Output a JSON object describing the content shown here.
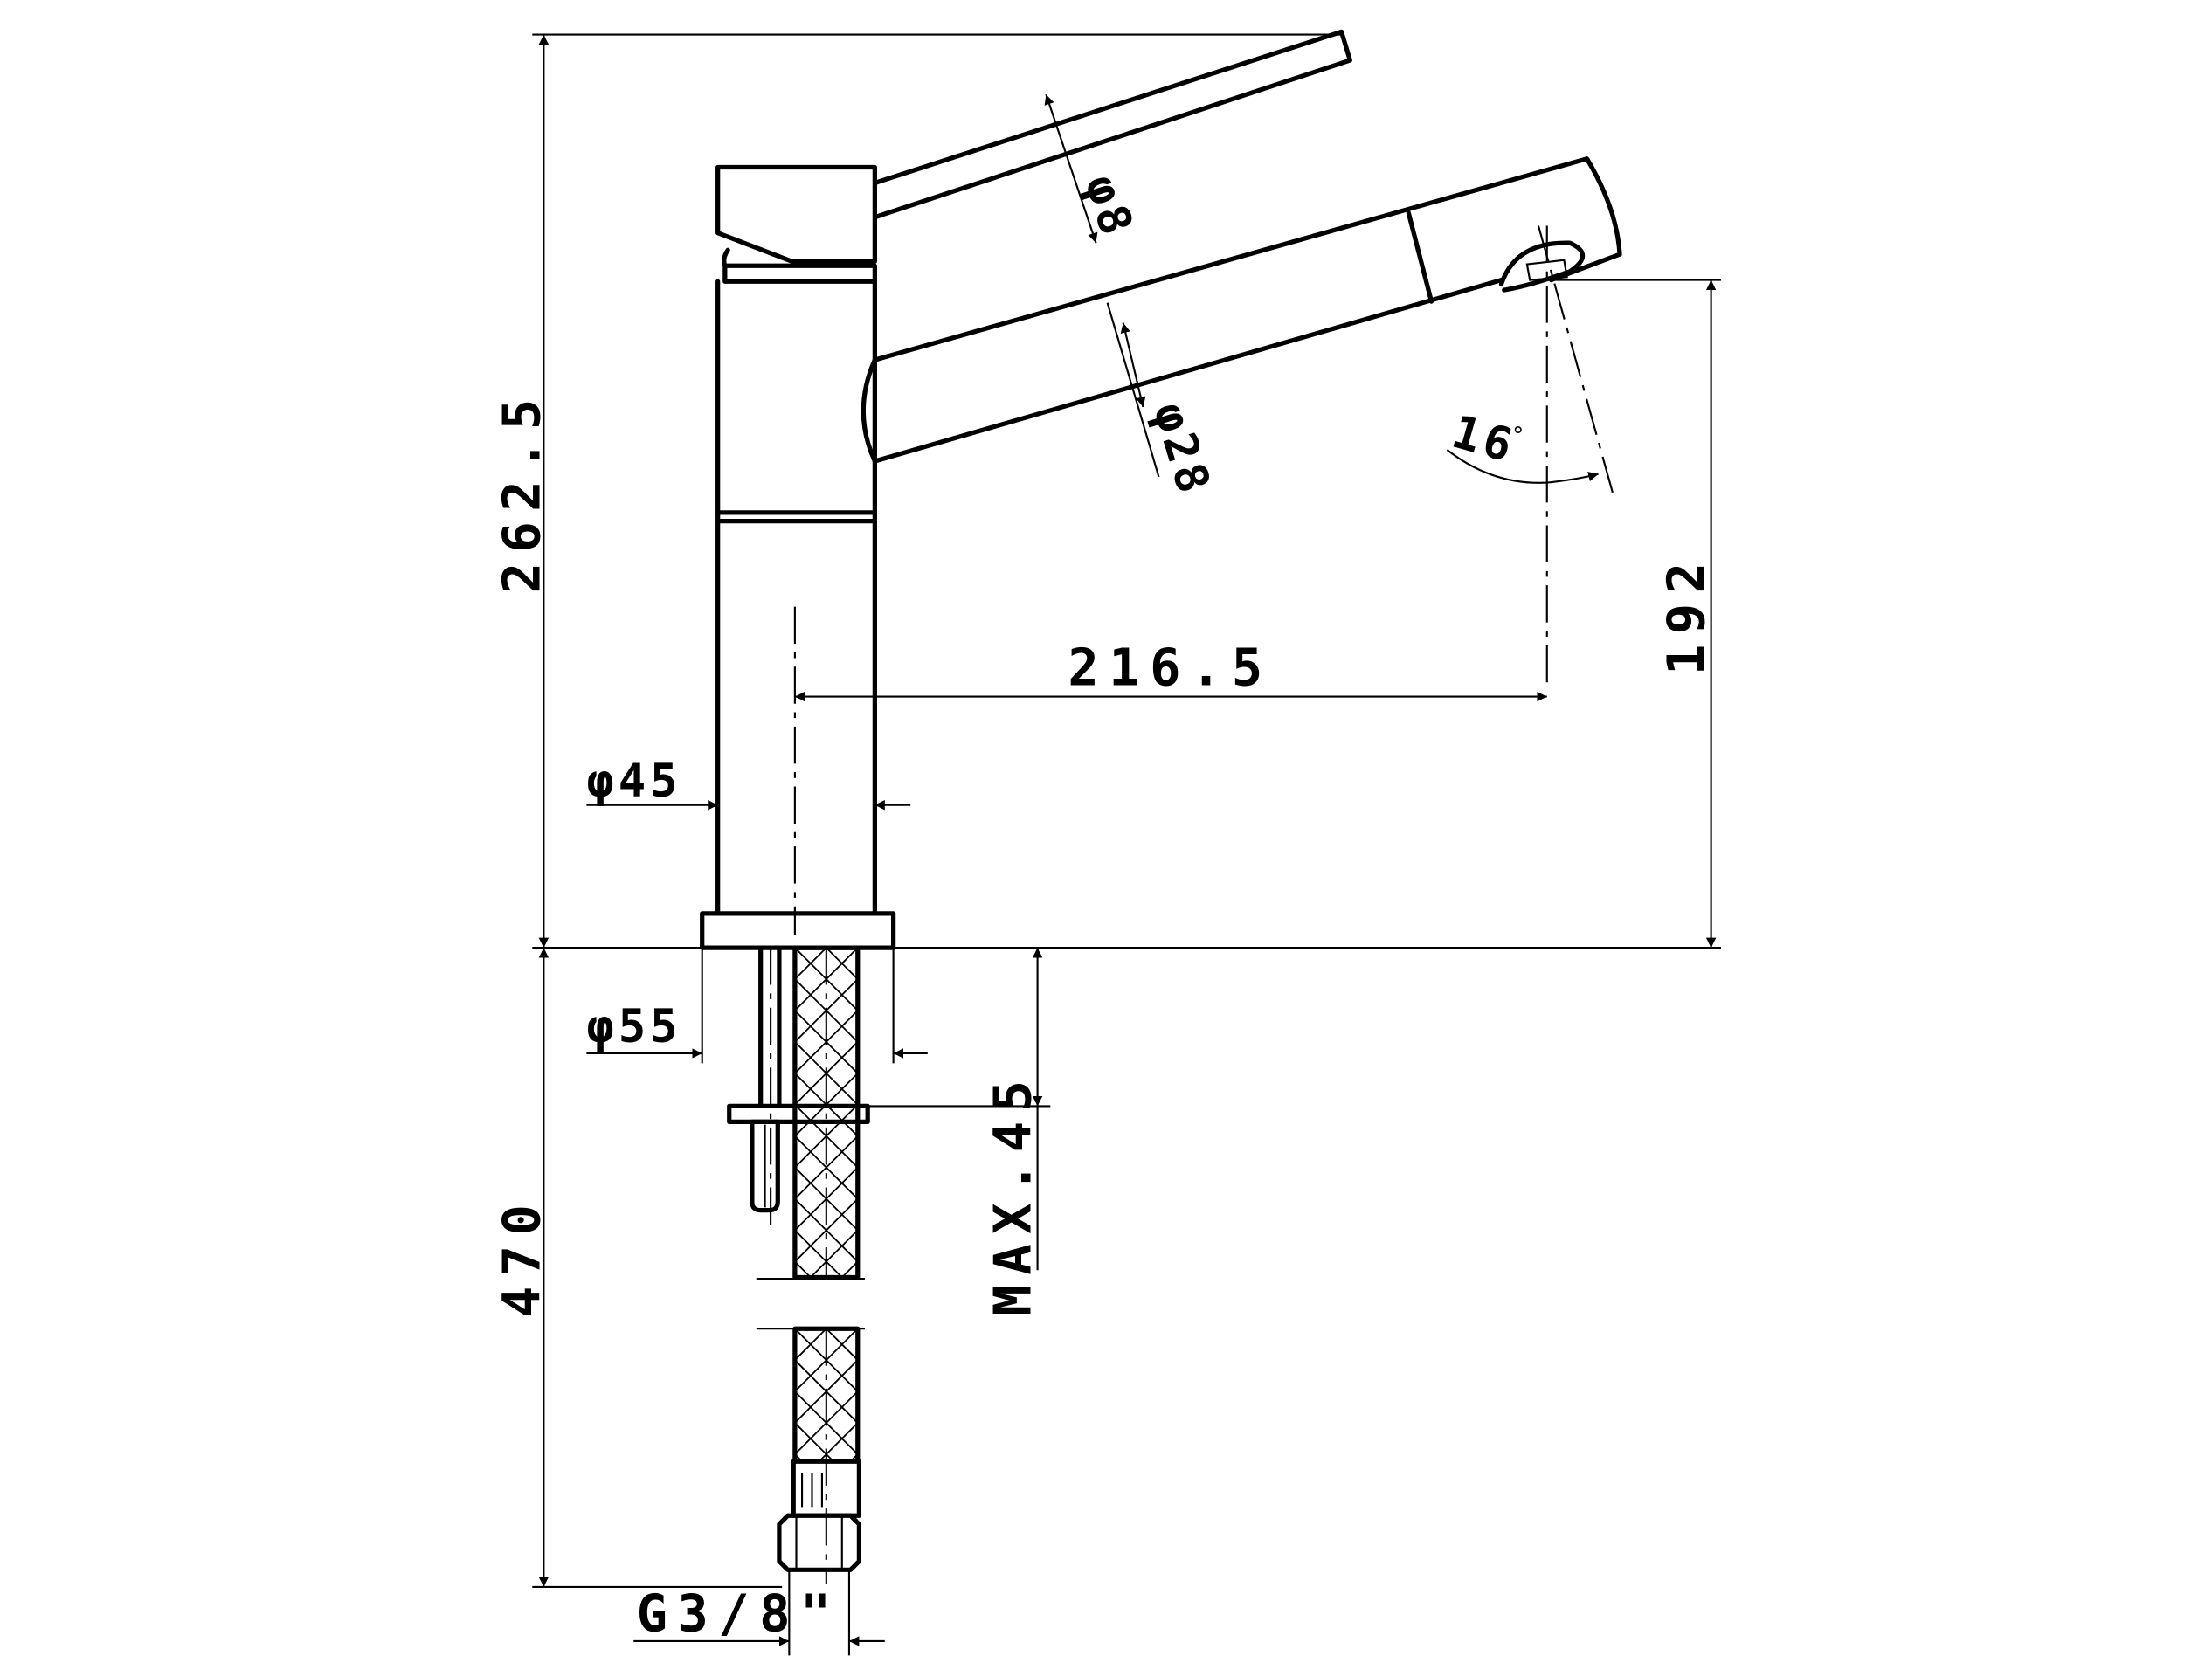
{
  "dimensions": {
    "total_height": "262.5",
    "lever_diameter": "φ8",
    "spout_diameter": "φ28",
    "spout_angle": "16",
    "spout_angle_unit": "°",
    "spout_height": "192",
    "spout_reach": "216.5",
    "body_diameter": "φ45",
    "base_diameter": "φ55",
    "max_deck_thickness": "MAX.45",
    "hose_length": "470",
    "thread_size": "G3/8\""
  }
}
